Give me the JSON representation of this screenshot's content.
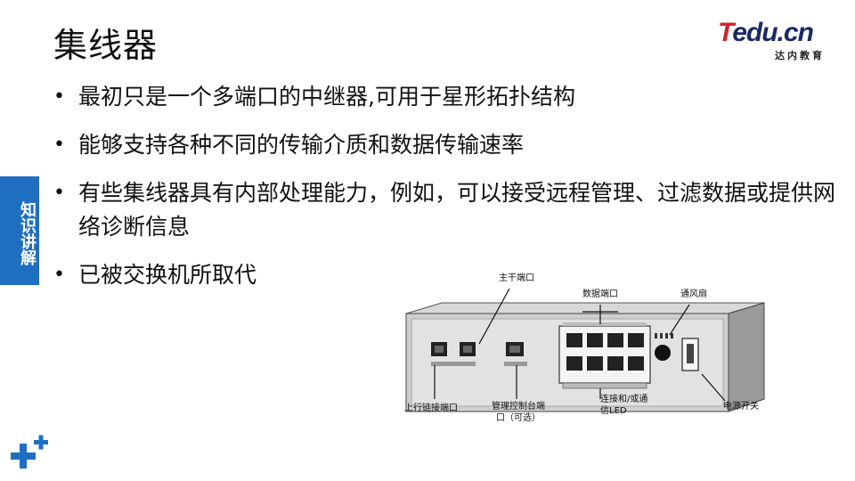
{
  "slide": {
    "title": "集线器",
    "bullets": [
      "最初只是一个多端口的中继器,可用于星形拓扑结构",
      "能够支持各种不同的传输介质和数据传输速率",
      "有些集线器具有内部处理能力，例如，可以接受远程管理、过滤数据或提供网络诊断信息",
      "已被交换机所取代"
    ]
  },
  "logo": {
    "main_t": "T",
    "main_rest": "edu.cn",
    "sub": "达内教育"
  },
  "side_tab": {
    "label": "知识讲解"
  },
  "figure": {
    "labels": {
      "main_port": "主干端口",
      "data_port": "数据端口",
      "fan": "通风扇",
      "uplink_port": "上行链接端口",
      "console_port_line1": "管理控制台端",
      "console_port_line2": "口（可选）",
      "led_line1": "连接和/或通",
      "led_line2": "信LED",
      "power_switch": "电源开关"
    }
  },
  "colors": {
    "tab_blue": "#1f6fc0",
    "logo_red": "#d0202a",
    "logo_navy": "#1a2a66",
    "plus_blue": "#1f6fc0"
  }
}
